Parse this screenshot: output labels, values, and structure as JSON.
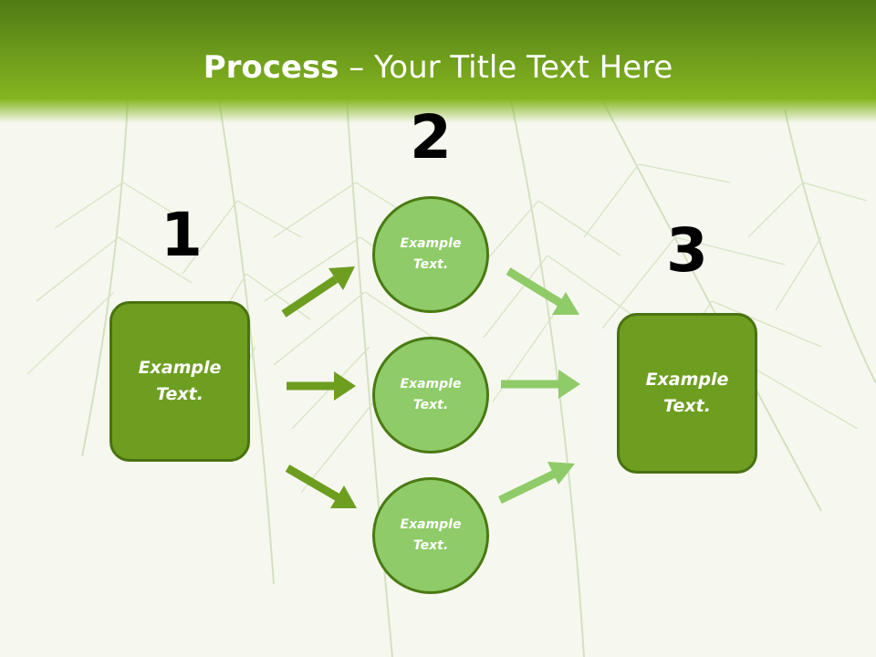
{
  "header": {
    "title_bold": "Process",
    "title_rest": " – Your Title Text Here"
  },
  "steps": {
    "one": {
      "number": "1",
      "label": "Example\nText."
    },
    "two": {
      "number": "2",
      "circles": [
        {
          "label": "Example\nText."
        },
        {
          "label": "Example\nText."
        },
        {
          "label": "Example\nText."
        }
      ]
    },
    "three": {
      "number": "3",
      "label": "Example\nText."
    }
  },
  "colors": {
    "header_green": "#6d9c1c",
    "box_fill": "#6e9e20",
    "circle_fill": "#8fcb68",
    "arrow_dark": "#6e9e20",
    "arrow_light": "#8fcb68"
  }
}
